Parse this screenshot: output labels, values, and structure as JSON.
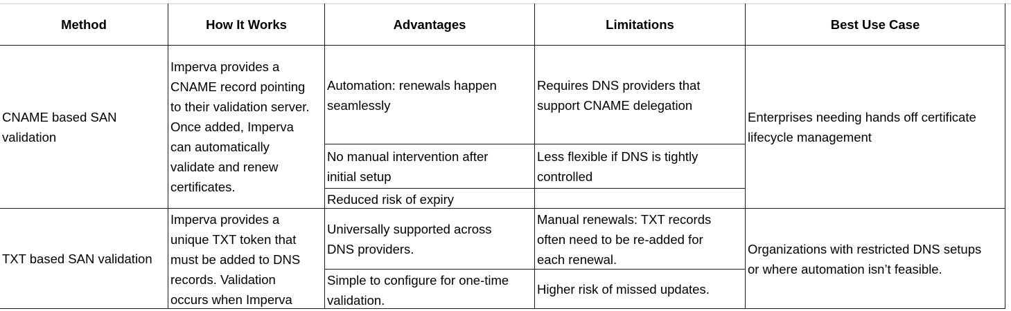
{
  "header": {
    "method": "Method",
    "how": "How It Works",
    "advantages": "Advantages",
    "limitations": "Limitations",
    "best": "Best Use Case"
  },
  "rows": [
    {
      "method": [
        "CNAME based SAN",
        "validation"
      ],
      "how": [
        "Imperva provides a",
        "CNAME record pointing",
        "to their validation server.",
        "Once added, Imperva",
        "can automatically",
        "validate and renew",
        "certificates."
      ],
      "advantages": [
        [
          "Automation: renewals happen",
          "seamlessly"
        ],
        [
          "No manual intervention after",
          "initial setup"
        ],
        [
          "Reduced risk of expiry"
        ]
      ],
      "limitations": [
        [
          "Requires DNS providers that",
          "support CNAME delegation"
        ],
        [
          "Less flexible if DNS is tightly",
          "controlled"
        ],
        []
      ],
      "best": [
        "Enterprises needing hands off certificate",
        "lifecycle management"
      ]
    },
    {
      "method": [
        "TXT based SAN validation"
      ],
      "how": [
        "Imperva provides a",
        "unique TXT token that",
        "must be added to DNS",
        "records. Validation",
        "occurs when Imperva"
      ],
      "advantages": [
        [
          "Universally supported across",
          "DNS providers."
        ],
        [
          "Simple to configure for one-time",
          "validation."
        ]
      ],
      "limitations": [
        [
          "Manual renewals: TXT records",
          "often need to be re-added for",
          "each renewal."
        ],
        [
          "Higher risk of missed updates."
        ]
      ],
      "best": [
        "Organizations with restricted DNS setups",
        "or where automation isn’t feasible."
      ]
    }
  ]
}
